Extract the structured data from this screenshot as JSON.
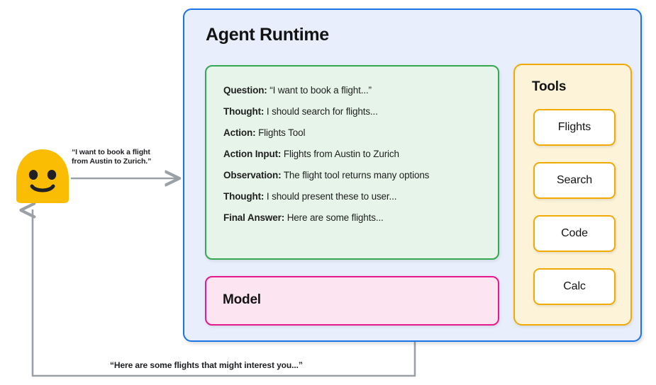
{
  "diagram": {
    "title": "Agent Runtime",
    "user": {
      "avatar_icon": "smiley-face-avatar",
      "avatar_color": "#fbbc04",
      "request_text": "“I want to book a flight\nfrom Austin to Zurich.”",
      "response_text": "“Here are some flights that might interest you...”"
    },
    "react_trace": {
      "border_color": "#34a853",
      "fill_color": "#e6f4ea",
      "lines": [
        {
          "key": "Question:",
          "value": "“I want to book a flight...”"
        },
        {
          "key": "Thought:",
          "value": "I should search for flights..."
        },
        {
          "key": "Action:",
          "value": "Flights Tool"
        },
        {
          "key": "Action Input:",
          "value": "Flights from Austin to Zurich"
        },
        {
          "key": "Observation:",
          "value": "The flight tool returns many options"
        },
        {
          "key": "Thought:",
          "value": "I should present these to user..."
        },
        {
          "key": "Final Answer:",
          "value": "Here are some flights..."
        }
      ]
    },
    "model": {
      "label": "Model",
      "border_color": "#e5198c",
      "fill_color": "#fce4f0"
    },
    "tools": {
      "title": "Tools",
      "border_color": "#f2a900",
      "fill_color": "#fdf3d8",
      "items": [
        {
          "label": "Flights"
        },
        {
          "label": "Search"
        },
        {
          "label": "Code"
        },
        {
          "label": "Calc"
        }
      ]
    },
    "runtime": {
      "border_color": "#1a73e8",
      "fill_color": "#e8eefc"
    },
    "connectors": {
      "arrow_color": "#9aa0a6"
    }
  }
}
